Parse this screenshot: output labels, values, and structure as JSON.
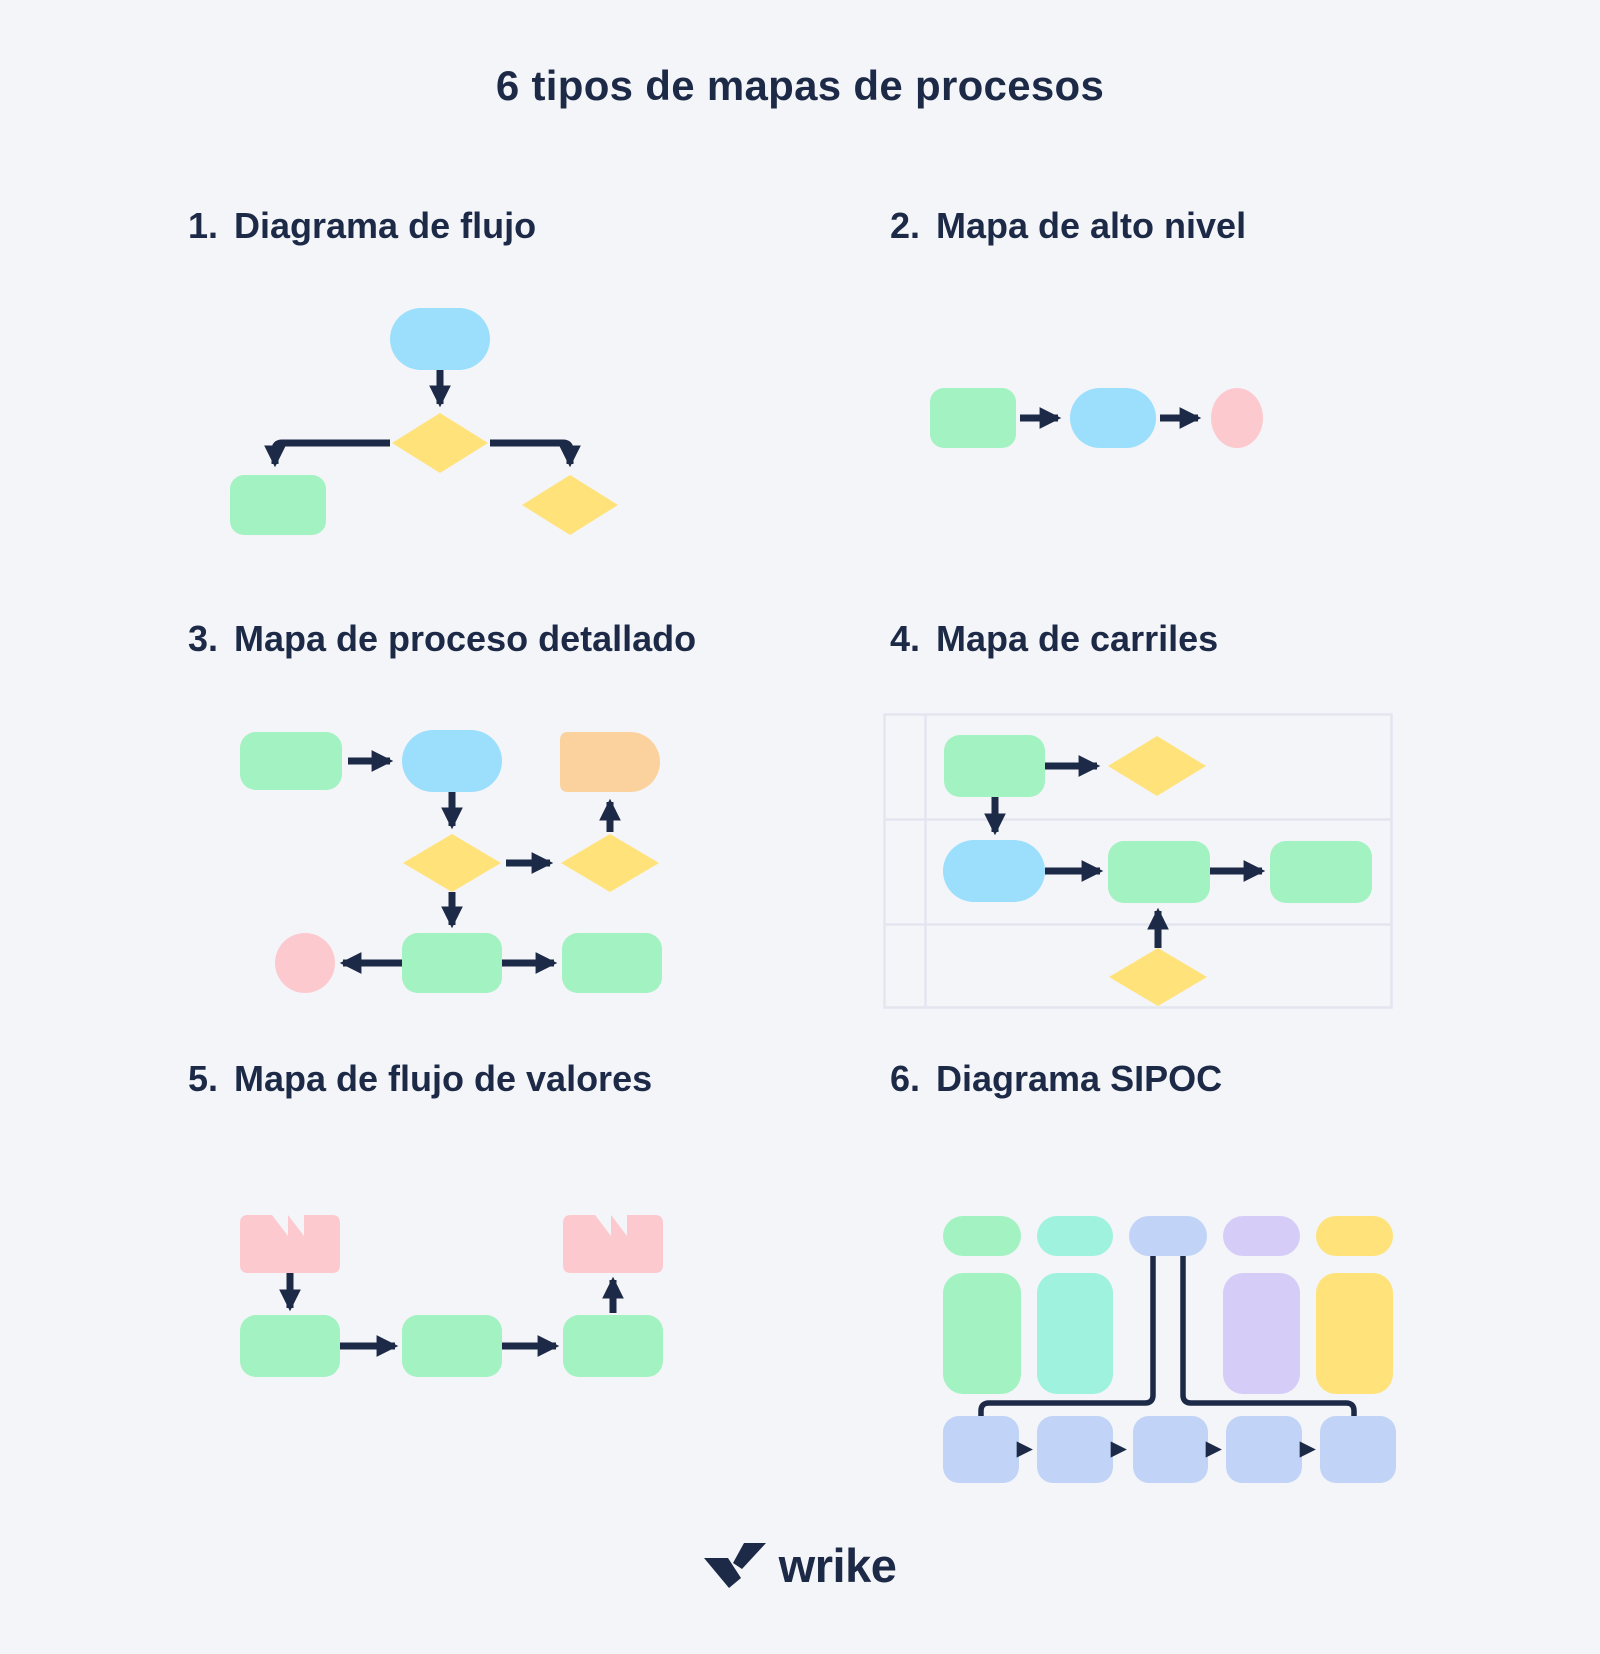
{
  "page": {
    "title": "6 tipos de mapas de procesos"
  },
  "sections": [
    {
      "number": "1.",
      "label": "Diagrama de flujo"
    },
    {
      "number": "2.",
      "label": "Mapa de alto nivel"
    },
    {
      "number": "3.",
      "label": "Mapa de proceso detallado"
    },
    {
      "number": "4.",
      "label": "Mapa de carriles"
    },
    {
      "number": "5.",
      "label": "Mapa de flujo de valores"
    },
    {
      "number": "6.",
      "label": "Diagrama SIPOC"
    }
  ],
  "footer": {
    "brand": "wrike",
    "logo_icon": "wrike-double-check-icon"
  },
  "colors": {
    "background": "#f4f5f8",
    "navy": "#1d2a47",
    "blue": "#9bdffd",
    "green": "#a3f2c2",
    "yellow": "#ffe27a",
    "pink": "#fcc9cf",
    "orange": "#fbd29e",
    "teal": "#9ef2de",
    "lavender": "#d5ccf8",
    "periwinkle": "#c1d4f8",
    "lane_border": "#e3e5ef"
  }
}
